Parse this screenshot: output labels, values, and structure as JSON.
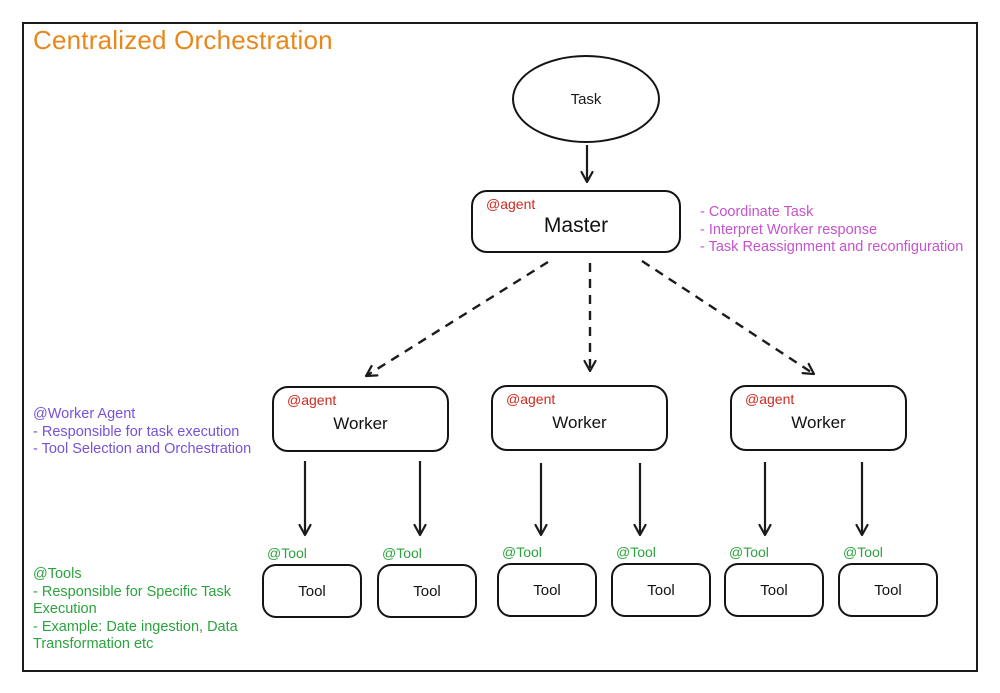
{
  "title": "Centralized Orchestration",
  "colors": {
    "title_orange": "#e8871b",
    "agent_tag_red": "#ce2a1f",
    "master_notes_magenta": "#c553ce",
    "worker_notes_purple": "#7752d8",
    "tool_green": "#2ca33e",
    "stroke_black": "#1b1b1b"
  },
  "task": {
    "label": "Task"
  },
  "master": {
    "tag": "@agent",
    "label": "Master"
  },
  "master_notes": {
    "lines": [
      "- Coordinate Task",
      "- Interpret Worker response",
      "- Task Reassignment and reconfiguration"
    ]
  },
  "worker_notes": {
    "heading": "@Worker Agent",
    "lines": [
      "- Responsible for task execution",
      "- Tool Selection and Orchestration"
    ]
  },
  "workers": [
    {
      "tag": "@agent",
      "label": "Worker"
    },
    {
      "tag": "@agent",
      "label": "Worker"
    },
    {
      "tag": "@agent",
      "label": "Worker"
    }
  ],
  "tools": [
    {
      "tag": "@Tool",
      "label": "Tool"
    },
    {
      "tag": "@Tool",
      "label": "Tool"
    },
    {
      "tag": "@Tool",
      "label": "Tool"
    },
    {
      "tag": "@Tool",
      "label": "Tool"
    },
    {
      "tag": "@Tool",
      "label": "Tool"
    },
    {
      "tag": "@Tool",
      "label": "Tool"
    }
  ],
  "tool_notes": {
    "heading": "@Tools",
    "lines": [
      "- Responsible for Specific Task Execution",
      "- Example: Date ingestion, Data Transformation etc"
    ]
  }
}
